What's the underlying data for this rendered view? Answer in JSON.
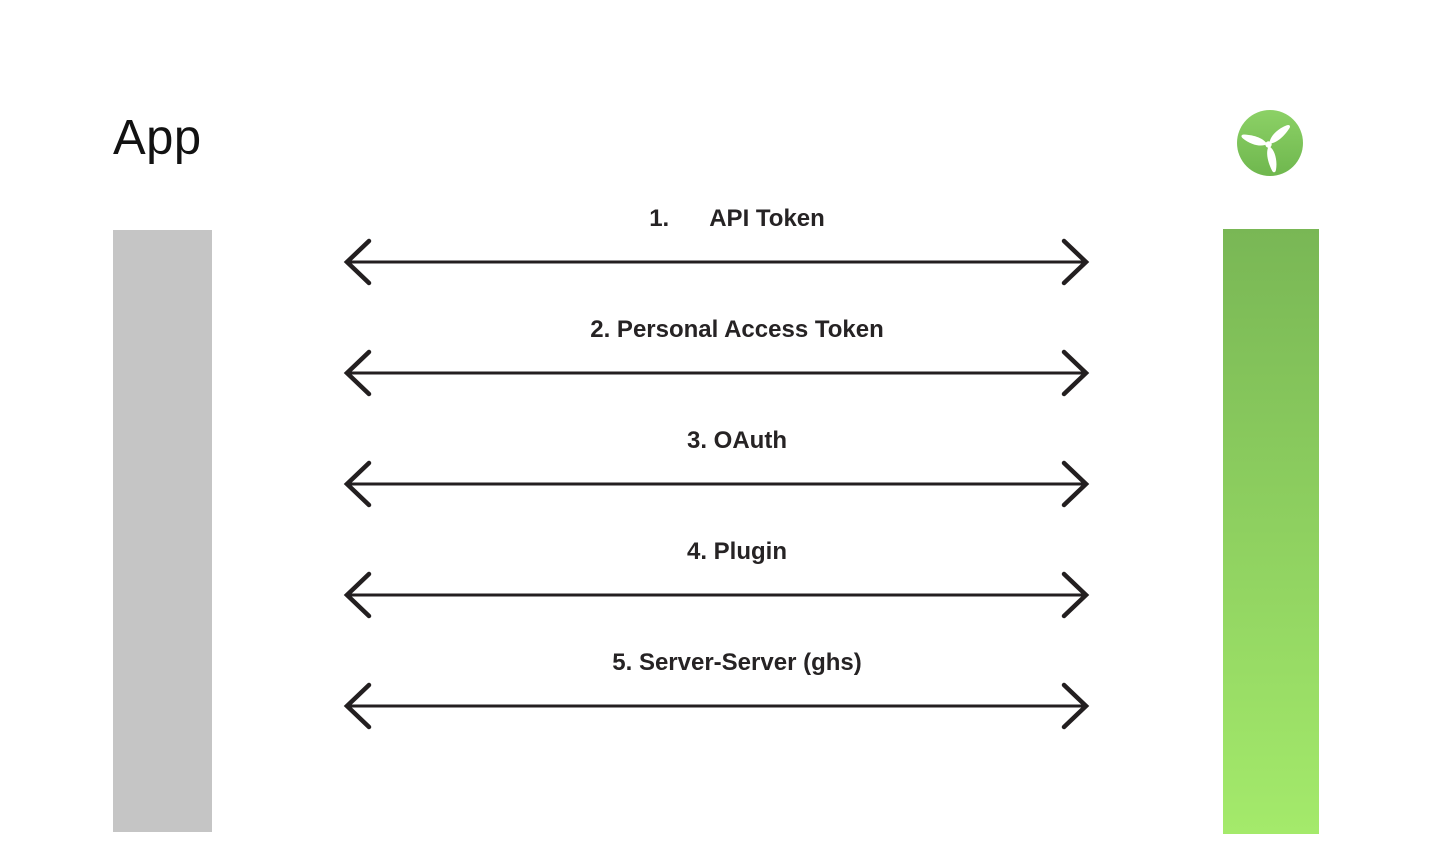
{
  "page": {
    "title": "App connection methods diagram"
  },
  "app": {
    "label": "App"
  },
  "logo": {
    "icon": "propeller-logo-icon"
  },
  "bars": {
    "left_bar": "app-column-bar",
    "right_bar": "service-column-bar"
  },
  "arrows": [
    {
      "label": "1.      API Token"
    },
    {
      "label": "2. Personal Access Token"
    },
    {
      "label": "3. OAuth"
    },
    {
      "label": "4. Plugin"
    },
    {
      "label": "5. Server-Server (ghs)"
    }
  ],
  "colors": {
    "page_background": "#ffffff",
    "title_color": "#121212",
    "label_color": "#262324",
    "arrow_color": "#231f20",
    "left_bar_color": "#c5c5c5",
    "right_bar_top": "#79b755",
    "right_bar_bottom": "#a4ea6b",
    "logo_green_top": "#8cd166",
    "logo_green_bottom": "#6fb74e",
    "logo_blade_color": "#ffffff"
  }
}
